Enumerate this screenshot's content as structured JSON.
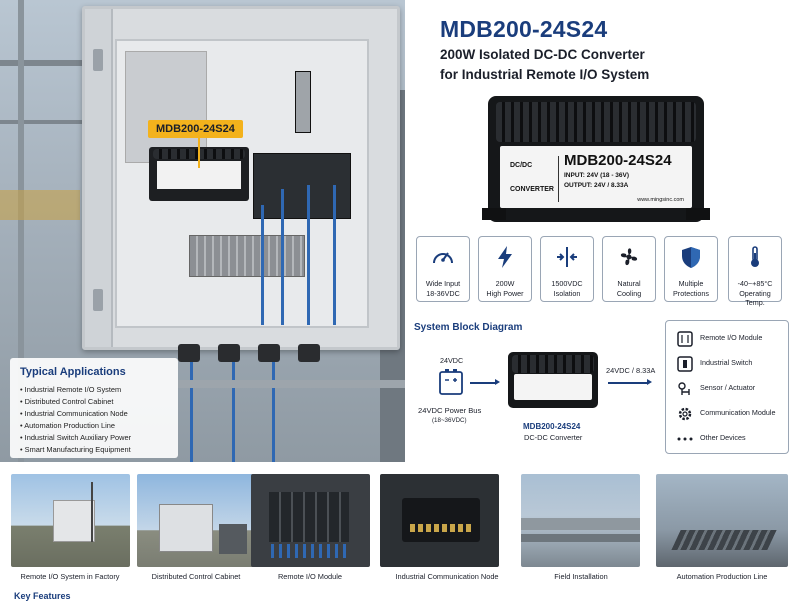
{
  "header": {
    "title": "MDB200-24S24",
    "subtitle_line1": "200W Isolated DC-DC Converter",
    "subtitle_line2": "for Industrial Remote I/O System"
  },
  "hero": {
    "callout": "MDB200-24S24",
    "applications": {
      "heading": "Typical Applications",
      "items": [
        "Industrial Remote I/O System",
        "Distributed Control Cabinet",
        "Industrial Communication Node",
        "Automation Production Line",
        "Industrial Switch Auxiliary Power",
        "Smart Manufacturing Equipment"
      ]
    }
  },
  "product": {
    "left_top": "DC/DC",
    "left_bottom": "CONVERTER",
    "name": "MDB200-24S24",
    "input": "INPUT: 24V (18 - 36V)",
    "output": "OUTPUT: 24V / 8.33A",
    "url": "www.mingsinc.com"
  },
  "features": [
    {
      "line1": "Wide Input",
      "line2": "18-36VDC",
      "icon": "gauge-icon"
    },
    {
      "line1": "200W",
      "line2": "High Power",
      "icon": "lightning-icon"
    },
    {
      "line1": "1500VDC",
      "line2": "Isolation",
      "icon": "isolation-icon"
    },
    {
      "line1": "Natural",
      "line2": "Cooling",
      "icon": "fan-icon"
    },
    {
      "line1": "Multiple",
      "line2": "Protections",
      "icon": "shield-icon"
    },
    {
      "line1": "-40~+85°C",
      "line2": "Operating Temp.",
      "icon": "thermometer-icon"
    }
  ],
  "block_diagram": {
    "heading": "System Block Diagram",
    "input_voltage": "24VDC",
    "power_bus": "24VDC Power Bus",
    "power_bus_range": "(18~36VDC)",
    "converter_name": "MDB200-24S24",
    "converter_type": "DC-DC Converter",
    "output": "24VDC / 8.33A",
    "loads": [
      {
        "label": "Remote I/O Module",
        "icon": "io-module-icon"
      },
      {
        "label": "Industrial Switch",
        "icon": "switch-icon"
      },
      {
        "label": "Sensor / Actuator",
        "icon": "sensor-icon"
      },
      {
        "label": "Communication Module",
        "icon": "gear-icon"
      },
      {
        "label": "Other Devices",
        "icon": "more-icon"
      }
    ]
  },
  "gallery": [
    {
      "caption": "Remote I/O System in Factory"
    },
    {
      "caption": "Distributed Control Cabinet"
    },
    {
      "caption": "Remote I/O Module"
    },
    {
      "caption": "Industrial Communication Node"
    },
    {
      "caption": "Field Installation"
    },
    {
      "caption": "Automation Production Line"
    }
  ],
  "footer": {
    "key_features": "Key Features"
  },
  "colors": {
    "brand_blue": "#1a3d7c",
    "callout_yellow": "#f3b21c"
  }
}
